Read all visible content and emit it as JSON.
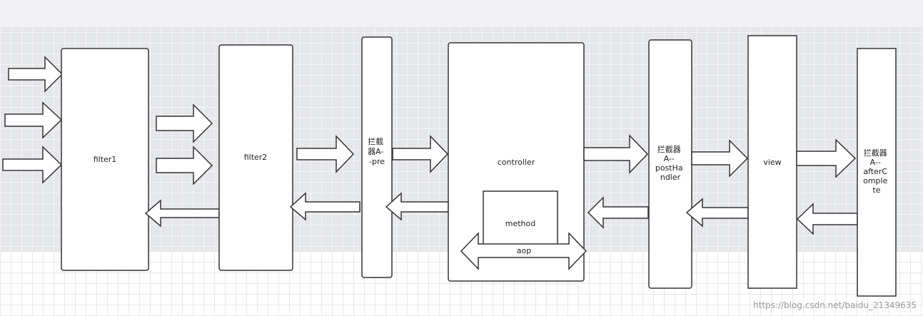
{
  "diagram": {
    "nodes": {
      "filter1": "filter1",
      "filter2": "filter2",
      "interceptor_pre": [
        "拦截",
        "器A-",
        "-pre"
      ],
      "controller": "controller",
      "method": "method",
      "aop": "aop",
      "interceptor_post": [
        "拦截器",
        "A--",
        "postHa",
        "ndler"
      ],
      "view": "view",
      "interceptor_after": [
        "拦截器",
        "A--",
        "afterC",
        "omple",
        "te"
      ]
    }
  },
  "watermark": "https://blog.csdn.net/baidu_21349635"
}
